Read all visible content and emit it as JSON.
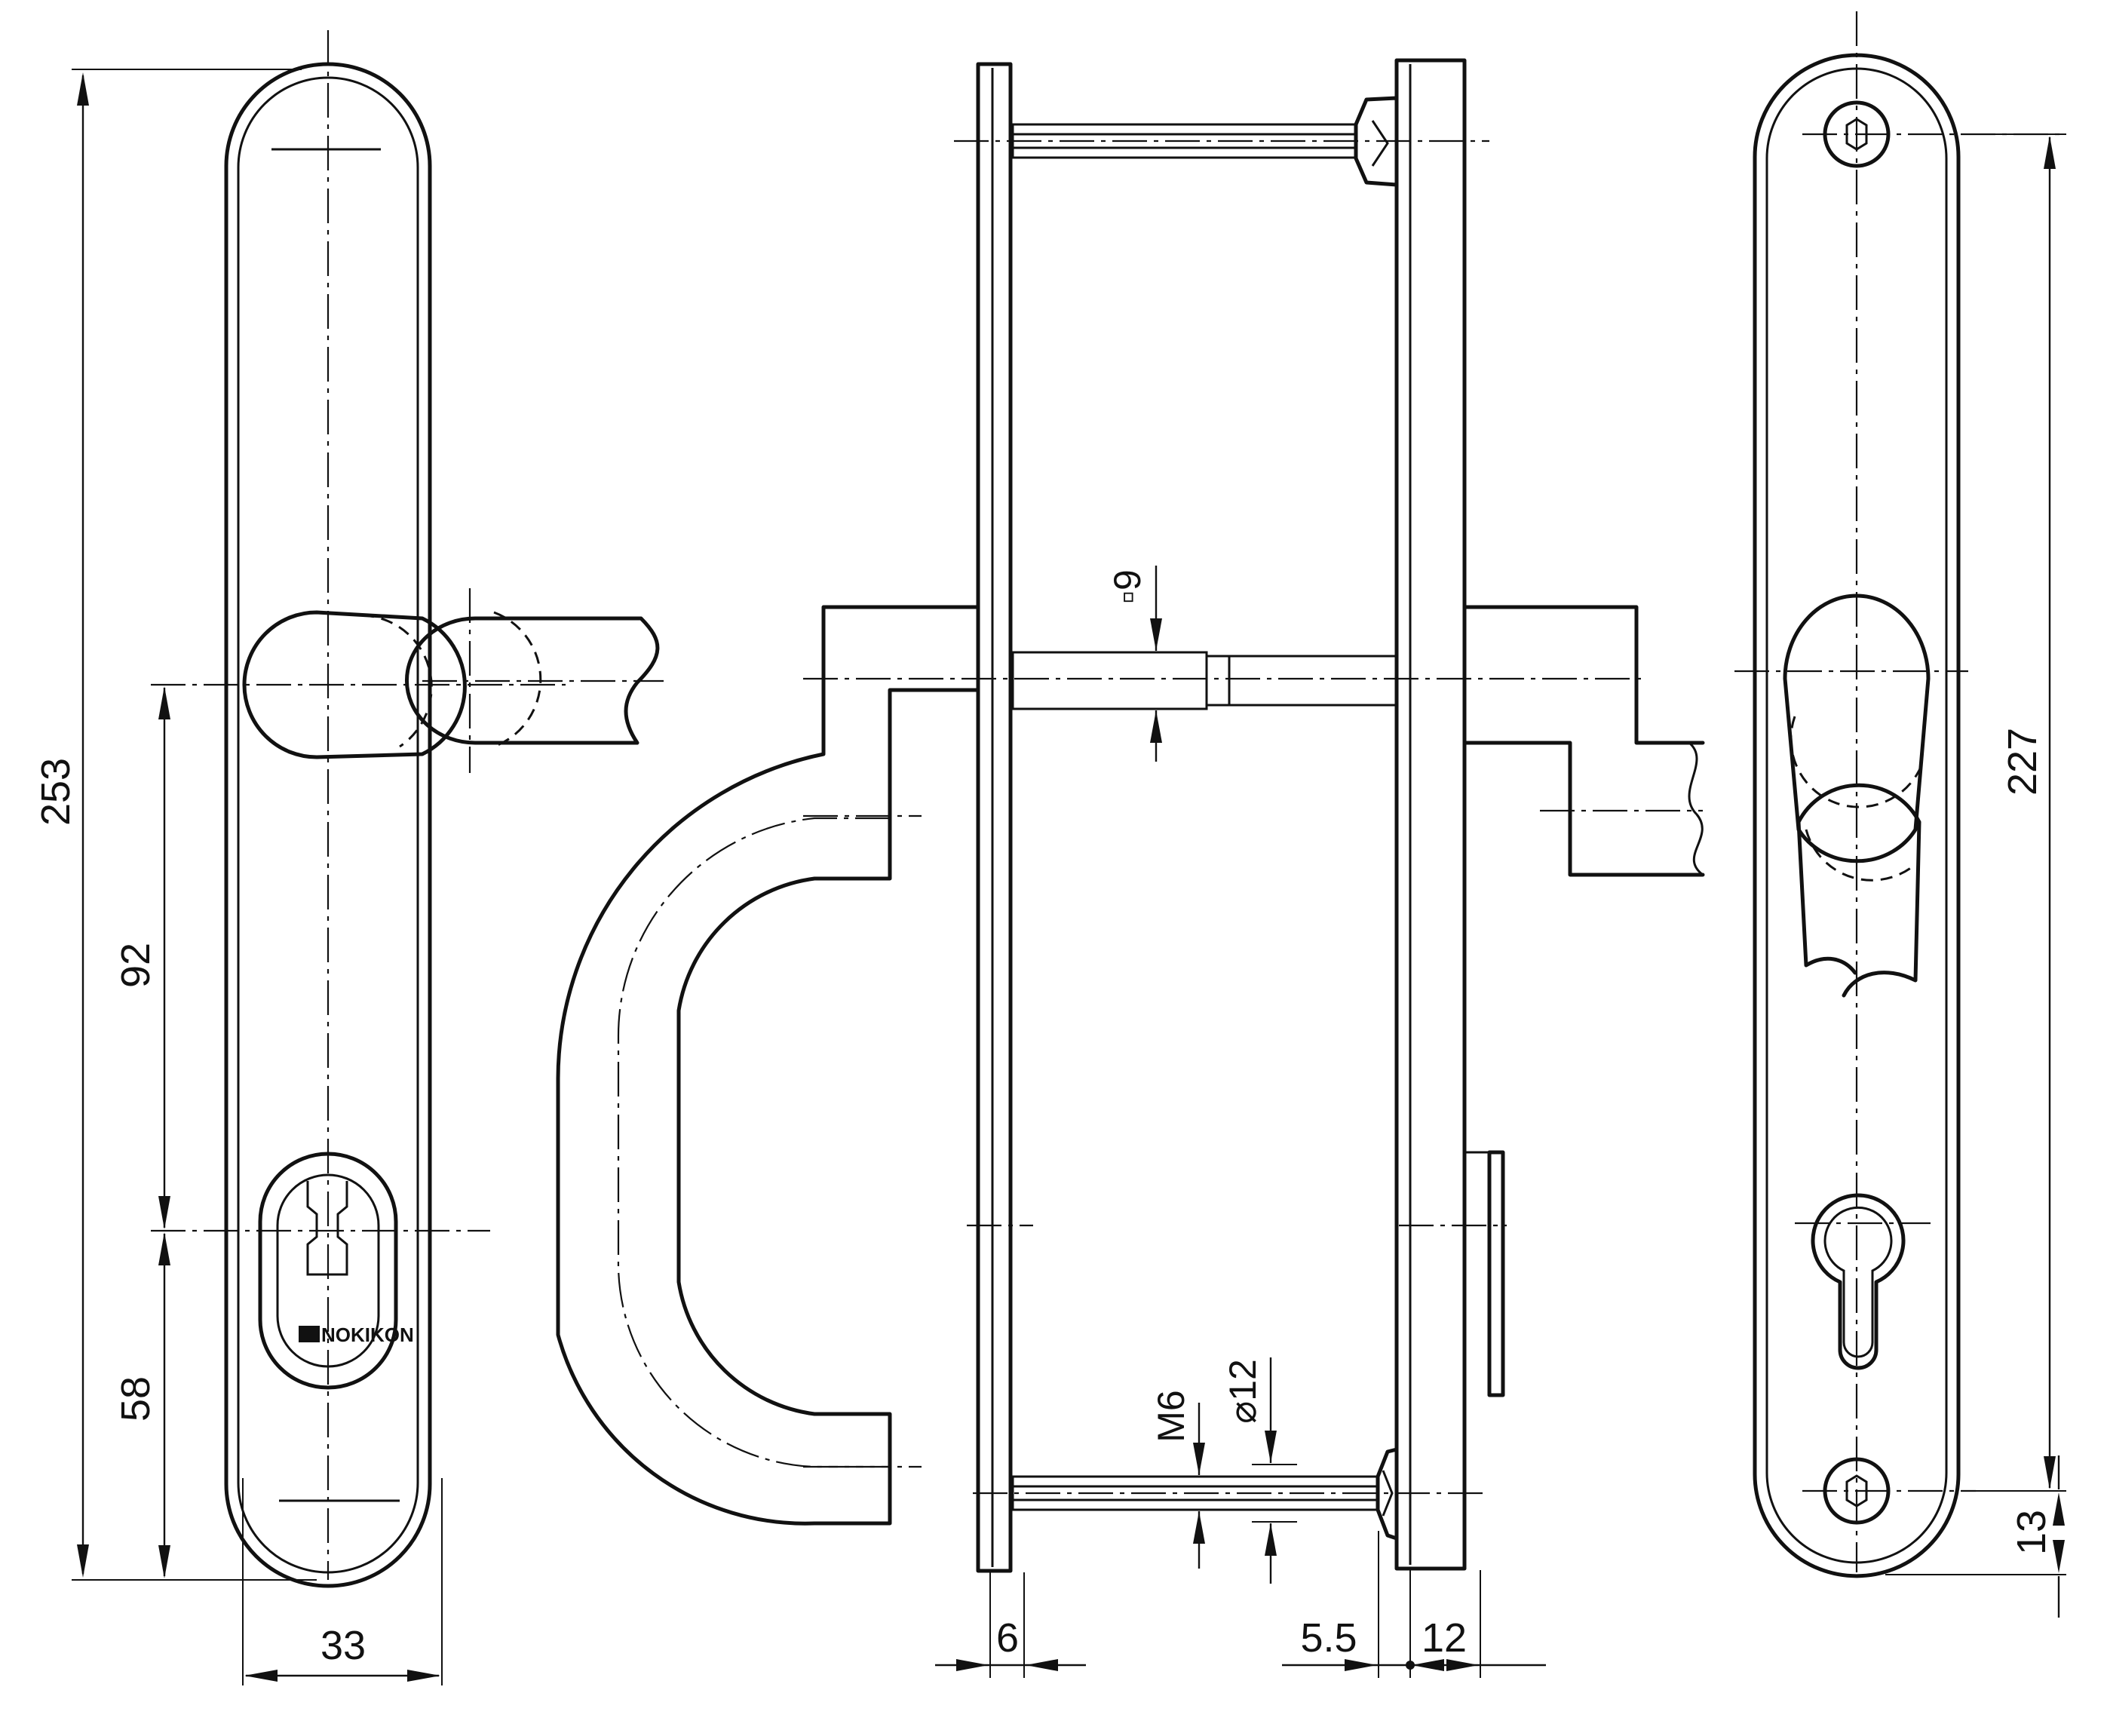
{
  "dimensions": {
    "plate_length": "253",
    "handle_to_cylinder": "92",
    "cylinder_to_bottom": "58",
    "plate_width": "33",
    "square_spindle": "▫9",
    "thread": "M6",
    "diameter": "⌀12",
    "plate_thickness_front": "6",
    "offset": "5.5",
    "plate_thickness_back": "12",
    "screw_spacing": "227",
    "screw_to_bottom": "13"
  },
  "labels": {
    "brand": "NOKIKON"
  }
}
